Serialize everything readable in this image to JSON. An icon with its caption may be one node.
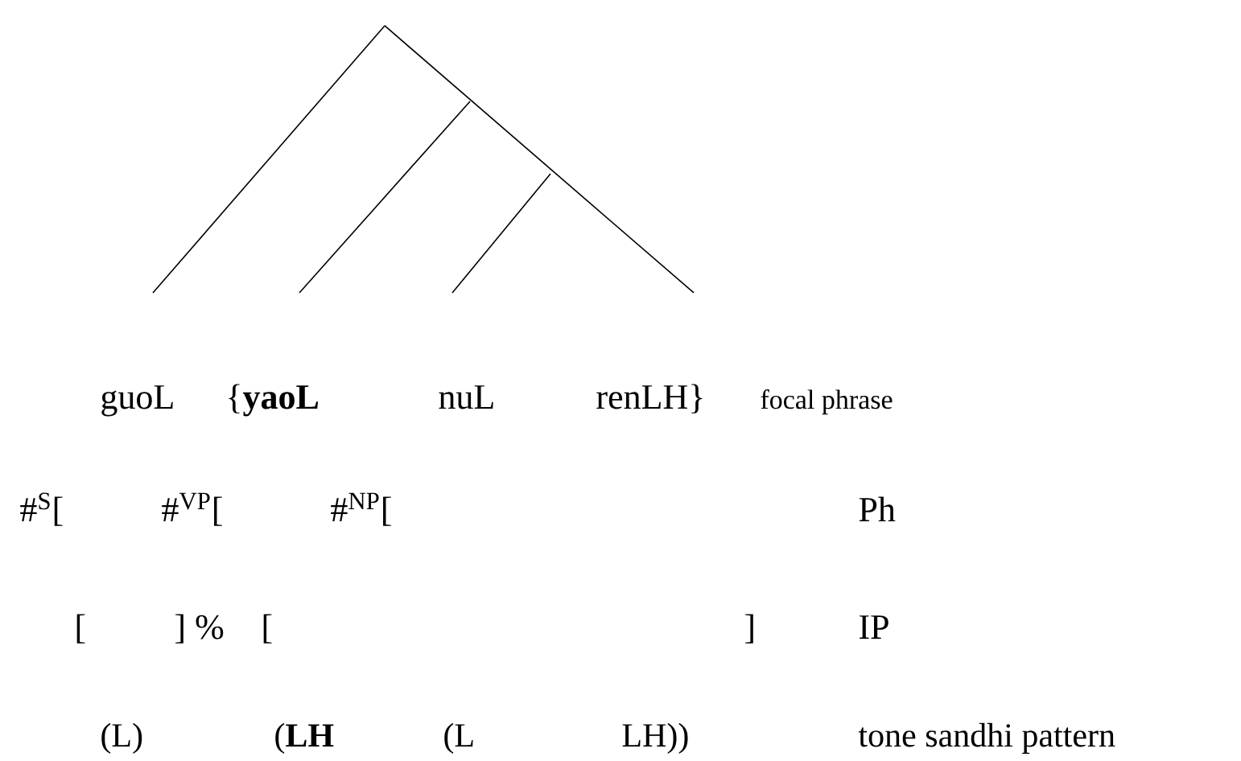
{
  "diagram": {
    "labels": [
      "guoL",
      "{**yaoL**",
      "nuL",
      "renLH}",
      "focal phrase",
      "#$^{S}$[",
      "#$^{VP}$[",
      "#$^{NP}$[",
      "Ph",
      "[",
      "] %",
      "[",
      "]",
      "IP",
      "(L)",
      "(**LH**",
      "(L",
      "LH))",
      "tone sandhi pattern"
    ]
  }
}
